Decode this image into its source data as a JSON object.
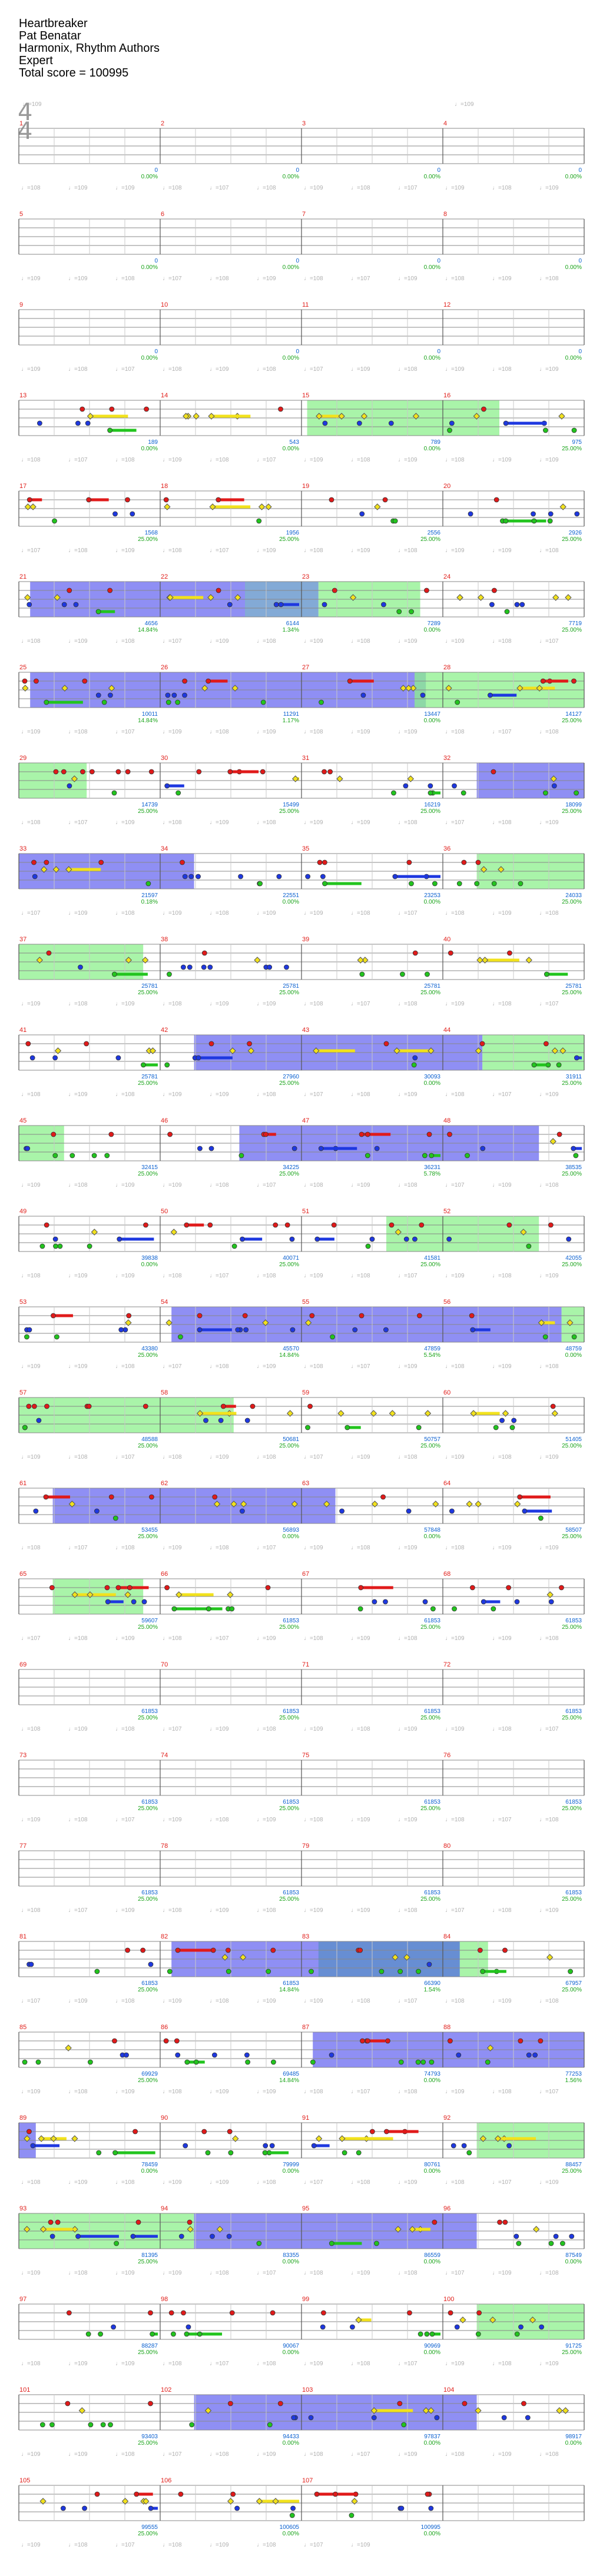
{
  "header": {
    "song": "Heartbreaker",
    "artist": "Pat Benatar",
    "charter": "Harmonix, Rhythm Authors",
    "difficulty": "Expert",
    "total_score": "Total score = 100995"
  },
  "time_signature": {
    "top": "4",
    "bottom": "4"
  },
  "colors": {
    "green": "#22c41e",
    "red": "#e01a1a",
    "yellow": "#f2e21c",
    "blue": "#1e38e0",
    "orange": "#ff9a10",
    "starpower": "#8cf08c",
    "overdrive": "#6a6af0"
  },
  "bpm_row_0": [
    "♩=109"
  ],
  "measures": [
    {
      "n": "1",
      "score": "0",
      "pct": "0.00%"
    },
    {
      "n": "2",
      "score": "0",
      "pct": "0.00%"
    },
    {
      "n": "3",
      "score": "0",
      "pct": "0.00%"
    },
    {
      "n": "4",
      "score": "0",
      "pct": "0.00%"
    },
    {
      "n": "5",
      "score": "0",
      "pct": "0.00%"
    },
    {
      "n": "6",
      "score": "0",
      "pct": "0.00%"
    },
    {
      "n": "7",
      "score": "0",
      "pct": "0.00%"
    },
    {
      "n": "8",
      "score": "0",
      "pct": "0.00%"
    },
    {
      "n": "9",
      "score": "0",
      "pct": "0.00%"
    },
    {
      "n": "10",
      "score": "0",
      "pct": "0.00%"
    },
    {
      "n": "11",
      "score": "0",
      "pct": "0.00%"
    },
    {
      "n": "12",
      "score": "0",
      "pct": "0.00%"
    },
    {
      "n": "13",
      "score": "189",
      "pct": "0.00%"
    },
    {
      "n": "14",
      "score": "543",
      "pct": "0.00%"
    },
    {
      "n": "15",
      "score": "789",
      "pct": "0.00%"
    },
    {
      "n": "16",
      "score": "975",
      "pct": "25.00%"
    },
    {
      "n": "17",
      "score": "1568",
      "pct": "25.00%"
    },
    {
      "n": "18",
      "score": "1956",
      "pct": "25.00%"
    },
    {
      "n": "19",
      "score": "2556",
      "pct": "25.00%"
    },
    {
      "n": "20",
      "score": "2926",
      "pct": "25.00%"
    },
    {
      "n": "21",
      "score": "4656",
      "pct": "14.84%"
    },
    {
      "n": "22",
      "score": "6144",
      "pct": "1.34%"
    },
    {
      "n": "23",
      "score": "7289",
      "pct": "0.00%"
    },
    {
      "n": "24",
      "score": "7719",
      "pct": "25.00%"
    },
    {
      "n": "25",
      "score": "10011",
      "pct": "14.84%"
    },
    {
      "n": "26",
      "score": "11291",
      "pct": "1.17%"
    },
    {
      "n": "27",
      "score": "13447",
      "pct": "0.00%"
    },
    {
      "n": "28",
      "score": "14127",
      "pct": "25.00%"
    },
    {
      "n": "29",
      "score": "14739",
      "pct": "25.00%"
    },
    {
      "n": "30",
      "score": "15499",
      "pct": "25.00%"
    },
    {
      "n": "31",
      "score": "16219",
      "pct": "25.00%"
    },
    {
      "n": "32",
      "score": "18099",
      "pct": "25.00%"
    },
    {
      "n": "33",
      "score": "21597",
      "pct": "0.18%"
    },
    {
      "n": "34",
      "score": "22551",
      "pct": "0.00%"
    },
    {
      "n": "35",
      "score": "23253",
      "pct": "0.00%"
    },
    {
      "n": "36",
      "score": "24033",
      "pct": "25.00%"
    },
    {
      "n": "37",
      "score": "25781",
      "pct": "25.00%"
    },
    {
      "n": "38",
      "score": "25781",
      "pct": "25.00%"
    },
    {
      "n": "39",
      "score": "25781",
      "pct": "25.00%"
    },
    {
      "n": "40",
      "score": "25781",
      "pct": "25.00%"
    },
    {
      "n": "41",
      "score": "25781",
      "pct": "25.00%"
    },
    {
      "n": "42",
      "score": "27960",
      "pct": "25.00%"
    },
    {
      "n": "43",
      "score": "30093",
      "pct": "0.00%"
    },
    {
      "n": "44",
      "score": "31911",
      "pct": "25.00%"
    },
    {
      "n": "45",
      "score": "32415",
      "pct": "25.00%"
    },
    {
      "n": "46",
      "score": "34225",
      "pct": "25.00%"
    },
    {
      "n": "47",
      "score": "36231",
      "pct": "5.78%"
    },
    {
      "n": "48",
      "score": "38535",
      "pct": "25.00%"
    },
    {
      "n": "49",
      "score": "39838",
      "pct": "0.00%"
    },
    {
      "n": "50",
      "score": "40071",
      "pct": "25.00%"
    },
    {
      "n": "51",
      "score": "41581",
      "pct": "25.00%"
    },
    {
      "n": "52",
      "score": "42055",
      "pct": "25.00%"
    },
    {
      "n": "53",
      "score": "43380",
      "pct": "25.00%"
    },
    {
      "n": "54",
      "score": "45570",
      "pct": "14.84%"
    },
    {
      "n": "55",
      "score": "47859",
      "pct": "5.54%"
    },
    {
      "n": "56",
      "score": "48759",
      "pct": "0.00%"
    },
    {
      "n": "57",
      "score": "48588",
      "pct": "25.00%"
    },
    {
      "n": "58",
      "score": "50681",
      "pct": "25.00%"
    },
    {
      "n": "59",
      "score": "50757",
      "pct": "25.00%"
    },
    {
      "n": "60",
      "score": "51405",
      "pct": "25.00%"
    },
    {
      "n": "61",
      "score": "53455",
      "pct": "25.00%"
    },
    {
      "n": "62",
      "score": "56893",
      "pct": "0.00%"
    },
    {
      "n": "63",
      "score": "57848",
      "pct": "0.00%"
    },
    {
      "n": "64",
      "score": "58507",
      "pct": "25.00%"
    },
    {
      "n": "65",
      "score": "59607",
      "pct": "25.00%"
    },
    {
      "n": "66",
      "score": "61853",
      "pct": "25.00%"
    },
    {
      "n": "67",
      "score": "61853",
      "pct": "25.00%"
    },
    {
      "n": "68",
      "score": "61853",
      "pct": "25.00%"
    },
    {
      "n": "69",
      "score": "61853",
      "pct": "25.00%"
    },
    {
      "n": "70",
      "score": "61853",
      "pct": "25.00%"
    },
    {
      "n": "71",
      "score": "61853",
      "pct": "25.00%"
    },
    {
      "n": "72",
      "score": "61853",
      "pct": "25.00%"
    },
    {
      "n": "73",
      "score": "61853",
      "pct": "25.00%"
    },
    {
      "n": "74",
      "score": "61853",
      "pct": "25.00%"
    },
    {
      "n": "75",
      "score": "61853",
      "pct": "25.00%"
    },
    {
      "n": "76",
      "score": "61853",
      "pct": "25.00%"
    },
    {
      "n": "77",
      "score": "61853",
      "pct": "25.00%"
    },
    {
      "n": "78",
      "score": "61853",
      "pct": "25.00%"
    },
    {
      "n": "79",
      "score": "61853",
      "pct": "25.00%"
    },
    {
      "n": "80",
      "score": "61853",
      "pct": "25.00%"
    },
    {
      "n": "81",
      "score": "61853",
      "pct": "25.00%"
    },
    {
      "n": "82",
      "score": "61853",
      "pct": "14.84%"
    },
    {
      "n": "83",
      "score": "66390",
      "pct": "1.54%"
    },
    {
      "n": "84",
      "score": "67957",
      "pct": "25.00%"
    },
    {
      "n": "85",
      "score": "69929",
      "pct": "25.00%"
    },
    {
      "n": "86",
      "score": "69485",
      "pct": "14.84%"
    },
    {
      "n": "87",
      "score": "74793",
      "pct": "0.00%"
    },
    {
      "n": "88",
      "score": "77253",
      "pct": "1.56%"
    },
    {
      "n": "89",
      "score": "78459",
      "pct": "0.00%"
    },
    {
      "n": "90",
      "score": "79999",
      "pct": "0.00%"
    },
    {
      "n": "91",
      "score": "80761",
      "pct": "0.00%"
    },
    {
      "n": "92",
      "score": "88457",
      "pct": "25.00%"
    },
    {
      "n": "93",
      "score": "81395",
      "pct": "25.00%"
    },
    {
      "n": "94",
      "score": "83355",
      "pct": "0.00%"
    },
    {
      "n": "95",
      "score": "86559",
      "pct": "0.00%"
    },
    {
      "n": "96",
      "score": "87549",
      "pct": "0.00%"
    },
    {
      "n": "97",
      "score": "88287",
      "pct": "25.00%"
    },
    {
      "n": "98",
      "score": "90067",
      "pct": "0.00%"
    },
    {
      "n": "99",
      "score": "90969",
      "pct": "0.00%"
    },
    {
      "n": "100",
      "score": "91725",
      "pct": "25.00%"
    },
    {
      "n": "101",
      "score": "93403",
      "pct": "25.00%"
    },
    {
      "n": "102",
      "score": "94433",
      "pct": "0.00%"
    },
    {
      "n": "103",
      "score": "97837",
      "pct": "0.00%"
    },
    {
      "n": "104",
      "score": "98917",
      "pct": "0.00%"
    },
    {
      "n": "105",
      "score": "99555",
      "pct": "25.00%"
    },
    {
      "n": "106",
      "score": "100605",
      "pct": "0.00%"
    },
    {
      "n": "107",
      "score": "100995",
      "pct": "0.00%"
    }
  ],
  "row_bpm_labels": [
    "♩=108",
    "♩=109",
    "♩=109",
    "♩=108",
    "♩=107",
    "♩=108",
    "♩=109",
    "♩=108",
    "♩=107",
    "♩=109",
    "♩=108",
    "♩=109"
  ]
}
